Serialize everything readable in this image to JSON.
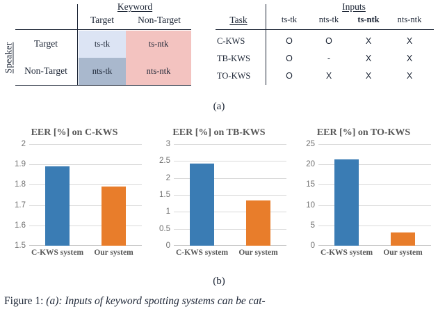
{
  "panel_a": {
    "matrix_table": {
      "column_group_header": "Keyword",
      "row_group_header": "Speaker",
      "column_headers": [
        "Target",
        "Non-Target"
      ],
      "row_headers": [
        "Target",
        "Non-Target"
      ],
      "cells": [
        [
          "ts-tk",
          "ts-ntk"
        ],
        [
          "nts-tk",
          "nts-ntk"
        ]
      ],
      "cell_colors": [
        [
          "#dce4f4",
          "#f3c3c0"
        ],
        [
          "#a9b8cd",
          "#f3c3c0"
        ]
      ]
    },
    "inputs_table": {
      "column_group_header": "Inputs",
      "task_header": "Task",
      "column_headers": [
        "ts-tk",
        "nts-tk",
        "ts-ntk",
        "nts-ntk"
      ],
      "bold_column_index": 2,
      "rows": [
        {
          "task": "C-KWS",
          "marks": [
            "O",
            "O",
            "X",
            "X"
          ]
        },
        {
          "task": "TB-KWS",
          "marks": [
            "O",
            "-",
            "X",
            "X"
          ]
        },
        {
          "task": "TO-KWS",
          "marks": [
            "O",
            "X",
            "X",
            "X"
          ]
        }
      ]
    },
    "label": "(a)"
  },
  "panel_b": {
    "label": "(b)"
  },
  "chart_data": [
    {
      "type": "bar",
      "title": "EER [%] on C-KWS",
      "categories": [
        "C-KWS system",
        "Our system"
      ],
      "values": [
        1.89,
        1.79
      ],
      "series": [
        {
          "name": "C-KWS system",
          "values": [
            1.89
          ],
          "color": "#3a7cb4"
        },
        {
          "name": "Our system",
          "values": [
            1.79
          ],
          "color": "#e87d2b"
        }
      ],
      "xlabel": "",
      "ylabel": "",
      "ylim": [
        1.5,
        2.0
      ],
      "yticks": [
        1.5,
        1.6,
        1.7,
        1.8,
        1.9,
        2.0
      ],
      "ytick_labels": [
        "1.5",
        "1.6",
        "1.7",
        "1.8",
        "1.9",
        "2"
      ],
      "grid": true,
      "legend": "none"
    },
    {
      "type": "bar",
      "title": "EER [%] on TB-KWS",
      "categories": [
        "C-KWS system",
        "Our system"
      ],
      "values": [
        2.43,
        1.33
      ],
      "series": [
        {
          "name": "C-KWS system",
          "values": [
            2.43
          ],
          "color": "#3a7cb4"
        },
        {
          "name": "Our system",
          "values": [
            1.33
          ],
          "color": "#e87d2b"
        }
      ],
      "xlabel": "",
      "ylabel": "",
      "ylim": [
        0,
        3
      ],
      "yticks": [
        0,
        0.5,
        1,
        1.5,
        2,
        2.5,
        3
      ],
      "ytick_labels": [
        "0",
        "0.5",
        "1",
        "1.5",
        "2",
        "2.5",
        "3"
      ],
      "grid": true,
      "legend": "none"
    },
    {
      "type": "bar",
      "title": "EER [%] on TO-KWS",
      "categories": [
        "C-KWS system",
        "Our system"
      ],
      "values": [
        21.2,
        3.2
      ],
      "series": [
        {
          "name": "C-KWS system",
          "values": [
            21.2
          ],
          "color": "#3a7cb4"
        },
        {
          "name": "Our system",
          "values": [
            3.2
          ],
          "color": "#e87d2b"
        }
      ],
      "xlabel": "",
      "ylabel": "",
      "ylim": [
        0,
        25
      ],
      "yticks": [
        0,
        5,
        10,
        15,
        20,
        25
      ],
      "ytick_labels": [
        "0",
        "5",
        "10",
        "15",
        "20",
        "25"
      ],
      "grid": true,
      "legend": "none"
    }
  ],
  "caption": {
    "lead": "Figure 1:",
    "text": " (a): Inputs of keyword spotting systems can be cat-"
  }
}
